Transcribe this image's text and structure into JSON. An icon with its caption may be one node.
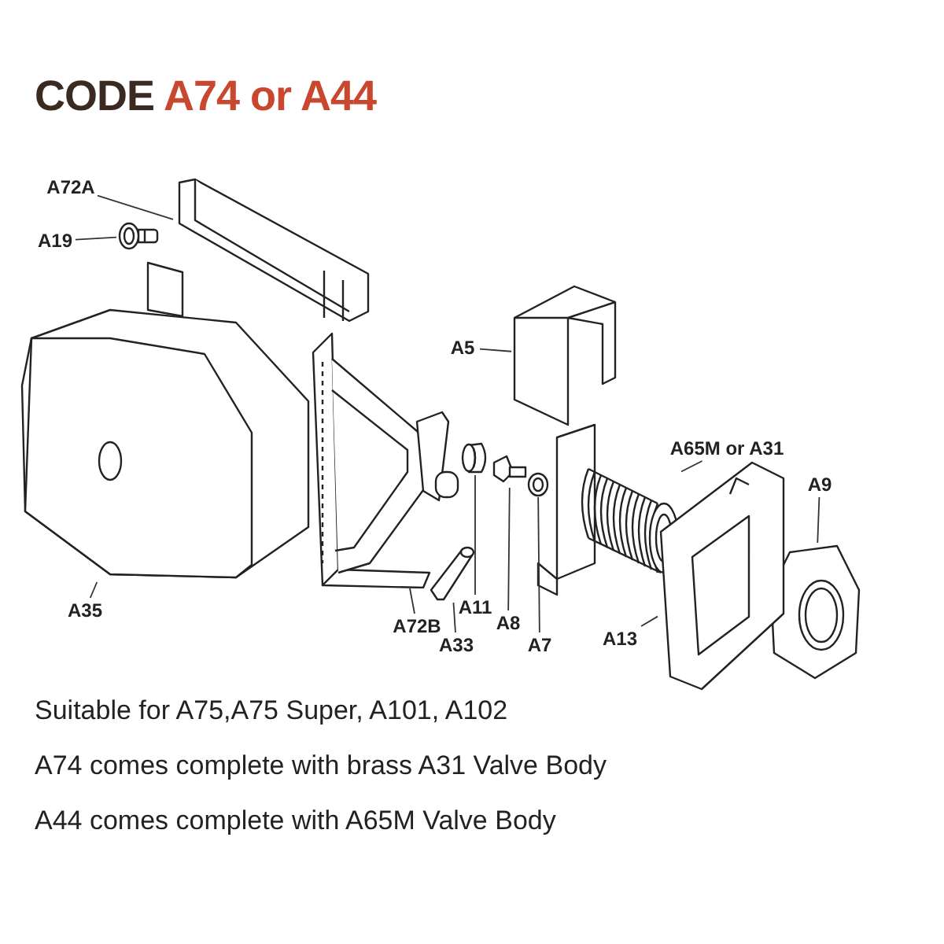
{
  "diagram": {
    "title": "CODE A74 or A44",
    "nodes": [
      {
        "text": [
          "A72A"
        ]
      },
      {
        "text": [],
        "shape": "picture"
      },
      {
        "text": [
          "A19"
        ]
      },
      {
        "text": [],
        "shape": "picture"
      },
      {
        "text": [
          "A5"
        ]
      },
      {
        "text": [],
        "shape": "picture"
      },
      {
        "text": [
          "A65M or A31"
        ]
      },
      {
        "text": [],
        "shape": "picture"
      },
      {
        "text": [
          "A9"
        ]
      },
      {
        "text": [],
        "shape": "picture"
      },
      {
        "text": [
          "A35"
        ]
      },
      {
        "text": [],
        "shape": "picture"
      },
      {
        "text": [
          "A72B"
        ]
      },
      {
        "text": [],
        "shape": "picture"
      },
      {
        "text": [
          "A11"
        ]
      },
      {
        "text": [],
        "shape": "picture"
      },
      {
        "text": [
          "A33"
        ]
      },
      {
        "text": [],
        "shape": "picture"
      },
      {
        "text": [
          "A8"
        ]
      },
      {
        "text": [],
        "shape": "picture"
      },
      {
        "text": [
          "A7"
        ]
      },
      {
        "text": [],
        "shape": "picture"
      },
      {
        "text": [
          "A13"
        ]
      },
      {
        "text": [],
        "shape": "picture"
      }
    ],
    "edges": [
      {
        "from": 0,
        "to": 1,
        "arrow": "none"
      },
      {
        "from": 2,
        "to": 3,
        "arrow": "none"
      },
      {
        "from": 4,
        "to": 5,
        "arrow": "none"
      },
      {
        "from": 6,
        "to": 7,
        "arrow": "none"
      },
      {
        "from": 8,
        "to": 9,
        "arrow": "none"
      },
      {
        "from": 10,
        "to": 11,
        "arrow": "none"
      },
      {
        "from": 12,
        "to": 13,
        "arrow": "none"
      },
      {
        "from": 14,
        "to": 15,
        "arrow": "none"
      },
      {
        "from": 16,
        "to": 17,
        "arrow": "none"
      },
      {
        "from": 18,
        "to": 19,
        "arrow": "none"
      },
      {
        "from": 20,
        "to": 21,
        "arrow": "none"
      },
      {
        "from": 22,
        "to": 23,
        "arrow": "none"
      }
    ],
    "labels": [
      "Suitable for A75,A75 Super, A101, A102",
      "A74 comes complete with brass A31 Valve Body",
      "A44 comes complete with A65M Valve Body"
    ]
  }
}
